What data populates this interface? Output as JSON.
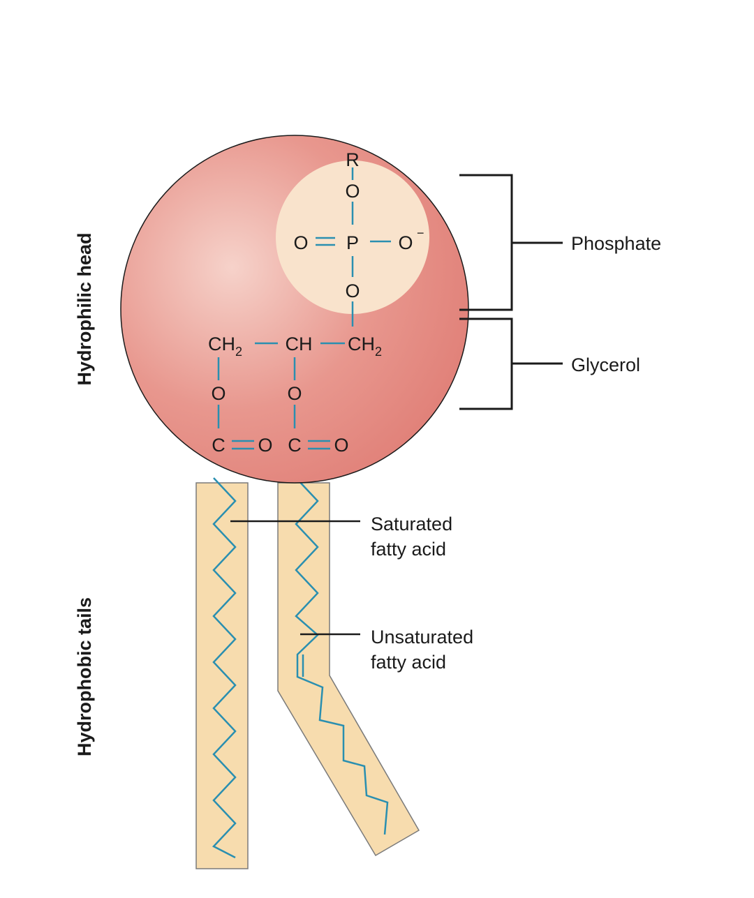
{
  "side_labels": {
    "head": "Hydrophilic head",
    "tails": "Hydrophobic tails"
  },
  "callouts": {
    "phosphate": "Phosphate",
    "glycerol": "Glycerol",
    "saturated_line1": "Saturated",
    "saturated_line2": "fatty acid",
    "unsaturated_line1": "Unsaturated",
    "unsaturated_line2": "fatty acid"
  },
  "molecule": {
    "r_group": "R",
    "oxygen": "O",
    "phosphorus": "P",
    "oxygen_minus": "O",
    "charge": "−",
    "ch2": "CH",
    "ch2_sub": "2",
    "ch": "CH",
    "carbon": "C"
  },
  "colors": {
    "head_fill": "#e28a82",
    "head_highlight": "#f5c8c0",
    "phosphate_fill": "#f9e3cc",
    "tail_fill": "#f7dcae",
    "bond": "#2a8fb0",
    "line": "#1a1a1a"
  }
}
